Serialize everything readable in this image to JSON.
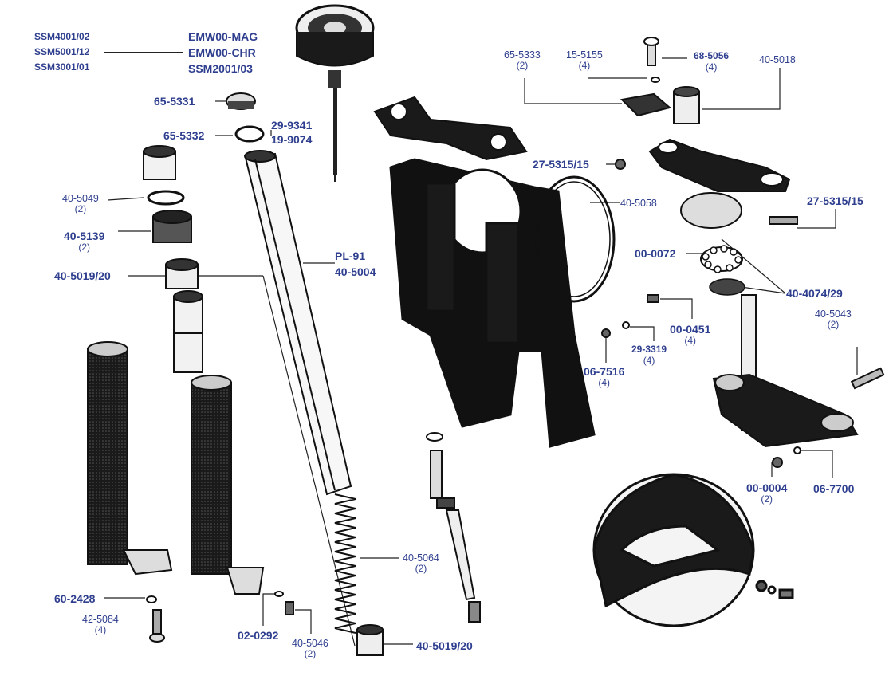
{
  "colors": {
    "label": "#2f3f8f",
    "ink": "#111111",
    "leader": "#222222"
  },
  "labels": {
    "ssm4001": "SSM4001/02",
    "ssm5001": "SSM5001/12",
    "ssm3001": "SSM3001/01",
    "emw_mag": "EMW00-MAG",
    "emw_chr": "EMW00-CHR",
    "ssm2001": "SSM2001/03",
    "p65_5331": "65-5331",
    "p65_5332": "65-5332",
    "p29_9341": "29-9341",
    "p19_9074": "19-9074",
    "p40_5049": "40-5049",
    "q40_5049": "(2)",
    "p40_5139": "40-5139",
    "q40_5139": "(2)",
    "p40_5019a": "40-5019/20",
    "p_pl91": "PL-91",
    "p40_5004": "40-5004",
    "p65_5333": "65-5333",
    "q65_5333": "(2)",
    "p15_5155": "15-5155",
    "q15_5155": "(4)",
    "p68_5056": "68-5056",
    "q68_5056": "(4)",
    "p40_5018": "40-5018",
    "p27_5315a": "27-5315/15",
    "p27_5315b": "27-5315/15",
    "p40_5058": "40-5058",
    "p00_0072": "00-0072",
    "p40_4074": "40-4074/29",
    "p00_0451": "00-0451",
    "q00_0451": "(4)",
    "p29_3319": "29-3319",
    "q29_3319": "(4)",
    "p06_7516": "06-7516",
    "q06_7516": "(4)",
    "p40_5043": "40-5043",
    "q40_5043": "(2)",
    "p00_0004": "00-0004",
    "q00_0004": "(2)",
    "p06_7700": "06-7700",
    "p40_5064": "40-5064",
    "q40_5064": "(2)",
    "p60_2428": "60-2428",
    "p42_5084": "42-5084",
    "q42_5084": "(4)",
    "p02_0292": "02-0292",
    "p40_5046": "40-5046",
    "q40_5046": "(2)",
    "p40_5019b": "40-5019/20"
  }
}
